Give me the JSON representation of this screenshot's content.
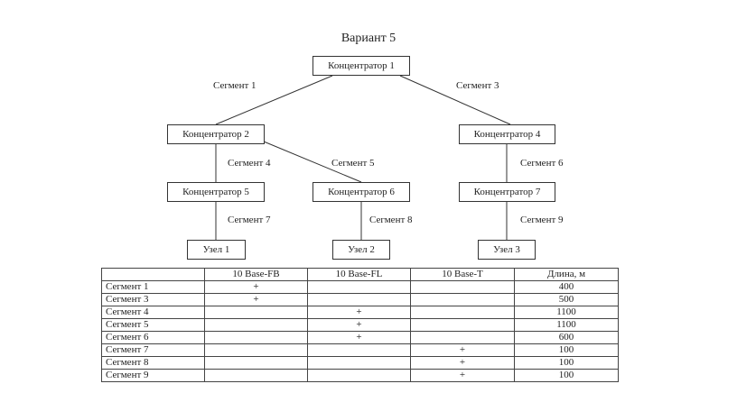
{
  "title": "Вариант 5",
  "nodes": {
    "hub1": "Концентратор 1",
    "hub2": "Концентратор 2",
    "hub4": "Концентратор 4",
    "hub5": "Концентратор 5",
    "hub6": "Концентратор 6",
    "hub7": "Концентратор 7",
    "node1": "Узел 1",
    "node2": "Узел 2",
    "node3": "Узел 3"
  },
  "segments": {
    "s1": "Сегмент 1",
    "s3": "Сегмент 3",
    "s4": "Сегмент 4",
    "s5": "Сегмент 5",
    "s6": "Сегмент 6",
    "s7": "Сегмент 7",
    "s8": "Сегмент 8",
    "s9": "Сегмент 9"
  },
  "table": {
    "headers": [
      "",
      "10 Base-FB",
      "10 Base-FL",
      "10 Base-T",
      "Длина, м"
    ],
    "rows": [
      [
        "Сегмент 1",
        "+",
        "",
        "",
        "400"
      ],
      [
        "Сегмент 3",
        "+",
        "",
        "",
        "500"
      ],
      [
        "Сегмент 4",
        "",
        "+",
        "",
        "1100"
      ],
      [
        "Сегмент 5",
        "",
        "+",
        "",
        "1100"
      ],
      [
        "Сегмент 6",
        "",
        "+",
        "",
        "600"
      ],
      [
        "Сегмент 7",
        "",
        "",
        "+",
        "100"
      ],
      [
        "Сегмент 8",
        "",
        "",
        "+",
        "100"
      ],
      [
        "Сегмент 9",
        "",
        "",
        "+",
        "100"
      ]
    ]
  }
}
